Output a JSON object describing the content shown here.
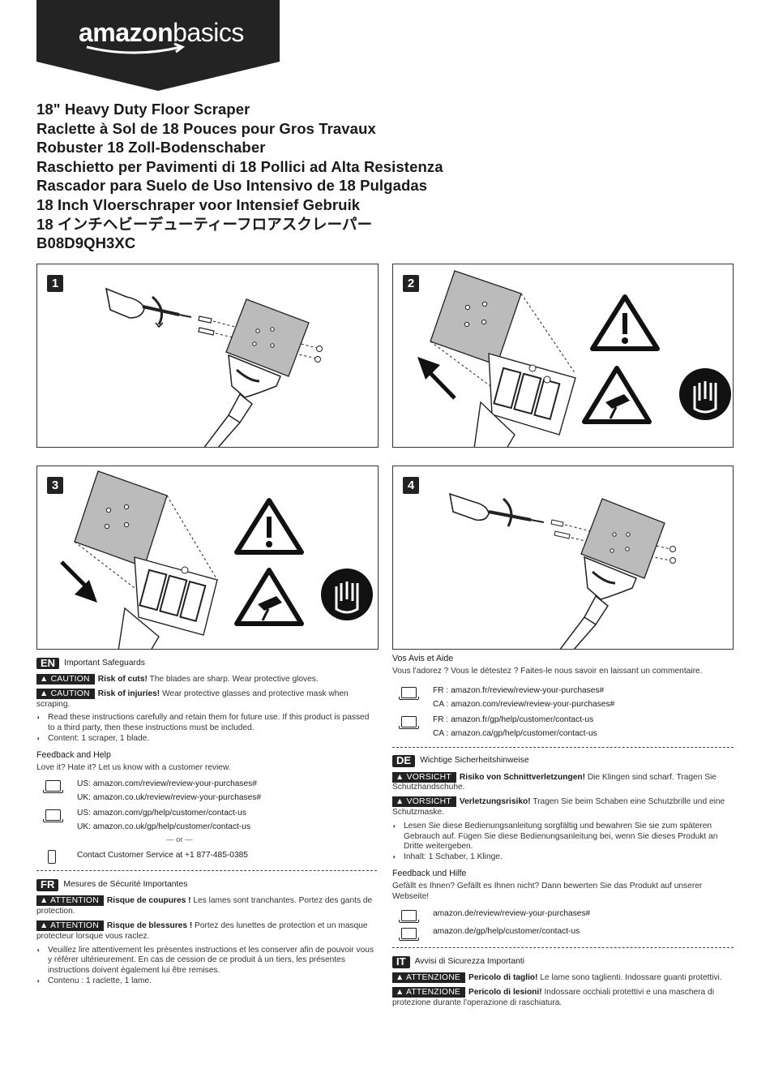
{
  "brand": {
    "bold": "amazon",
    "regular": "basics"
  },
  "titles": [
    "18\" Heavy Duty Floor Scraper",
    "Raclette à Sol de 18 Pouces pour Gros Travaux",
    "Robuster 18 Zoll-Bodenschaber",
    "Raschietto per Pavimenti di 18 Pollici ad Alta Resistenza",
    "Rascador para Suelo de Uso Intensivo de 18 Pulgadas",
    "18 Inch Vloerschraper voor Intensief Gebruik",
    "18 インチヘビーデューティーフロアスクレーパー",
    "B08D9QH3XC"
  ],
  "steps": [
    "1",
    "2",
    "3",
    "4"
  ],
  "en": {
    "tag": "EN",
    "heading": "Important Safeguards",
    "warn1": {
      "label": "CAUTION",
      "bold": "Risk of cuts!",
      "text": " The blades are sharp. Wear protective gloves."
    },
    "warn2": {
      "label": "CAUTION",
      "bold": "Risk of injuries!",
      "text": " Wear protective glasses and protective mask when scraping."
    },
    "bullet1": "Read these instructions carefully and retain them for future use. If this product is passed to a third party, then these instructions must be included.",
    "bullet2": "Content: 1 scraper, 1 blade.",
    "feedback_head": "Feedback and Help",
    "feedback_text": "Love it? Hate it? Let us know with a customer review.",
    "links1": [
      "US: amazon.com/review/review-your-purchases#",
      "UK: amazon.co.uk/review/review-your-purchases#"
    ],
    "links2": [
      "US: amazon.com/gp/help/customer/contact-us",
      "UK: amazon.co.uk/gp/help/customer/contact-us"
    ],
    "or": "— or —",
    "phone": "Contact Customer Service at +1 877-485-0385"
  },
  "fr": {
    "tag": "FR",
    "heading": "Mesures de Sécurité Importantes",
    "warn1": {
      "label": "ATTENTION",
      "bold": "Risque de coupures !",
      "text": " Les lames sont tranchantes. Portez des gants de protection."
    },
    "warn2": {
      "label": "ATTENTION",
      "bold": "Risque de blessures !",
      "text": " Portez des lunettes de protection et un masque protecteur lorsque vous raclez."
    },
    "bullet1": "Veuillez lire attentivement les présentes instructions et les conserver afin de pouvoir vous y référer ultérieurement. En cas de cession de ce produit à un tiers, les présentes instructions doivent également lui être remises.",
    "bullet2": "Contenu : 1 raclette, 1 lame.",
    "feedback_head": "Vos Avis et Aide",
    "feedback_text": "Vous l'adorez ? Vous le détestez ? Faites-le nous savoir en laissant un commentaire.",
    "links1": [
      "FR : amazon.fr/review/review-your-purchases#",
      "CA : amazon.com/review/review-your-purchases#"
    ],
    "links2": [
      "FR : amazon.fr/gp/help/customer/contact-us",
      "CA : amazon.ca/gp/help/customer/contact-us"
    ]
  },
  "de": {
    "tag": "DE",
    "heading": "Wichtige Sicherheitshinweise",
    "warn1": {
      "label": "VORSICHT",
      "bold": "Risiko von Schnittverletzungen!",
      "text": " Die Klingen sind scharf. Tragen Sie Schutzhandschuhe."
    },
    "warn2": {
      "label": "VORSICHT",
      "bold": "Verletzungsrisiko!",
      "text": " Tragen Sie beim Schaben eine Schutzbrille und eine Schutzmaske."
    },
    "bullet1": "Lesen Sie diese Bedienungsanleitung sorgfältig und bewahren Sie sie zum späteren Gebrauch auf. Fügen Sie diese Bedienungsanleitung bei, wenn Sie dieses Produkt an Dritte weitergeben.",
    "bullet2": "Inhalt: 1 Schaber, 1 Klinge.",
    "feedback_head": "Feedback und Hilfe",
    "feedback_text": "Gefällt es Ihnen? Gefällt es Ihnen nicht? Dann bewerten Sie das Produkt auf unserer Webseite!",
    "link1": "amazon.de/review/review-your-purchases#",
    "link2": "amazon.de/gp/help/customer/contact-us"
  },
  "it": {
    "tag": "IT",
    "heading": "Avvisi di Sicurezza Importanti",
    "warn1": {
      "label": "ATTENZIONE",
      "bold": "Pericolo di taglio!",
      "text": " Le lame sono taglienti. Indossare guanti protettivi."
    },
    "warn2": {
      "label": "ATTENZIONE",
      "bold": "Pericolo di lesioni!",
      "text": " Indossare occhiali protettivi e una maschera di protezione durante l'operazione di raschiatura."
    }
  }
}
